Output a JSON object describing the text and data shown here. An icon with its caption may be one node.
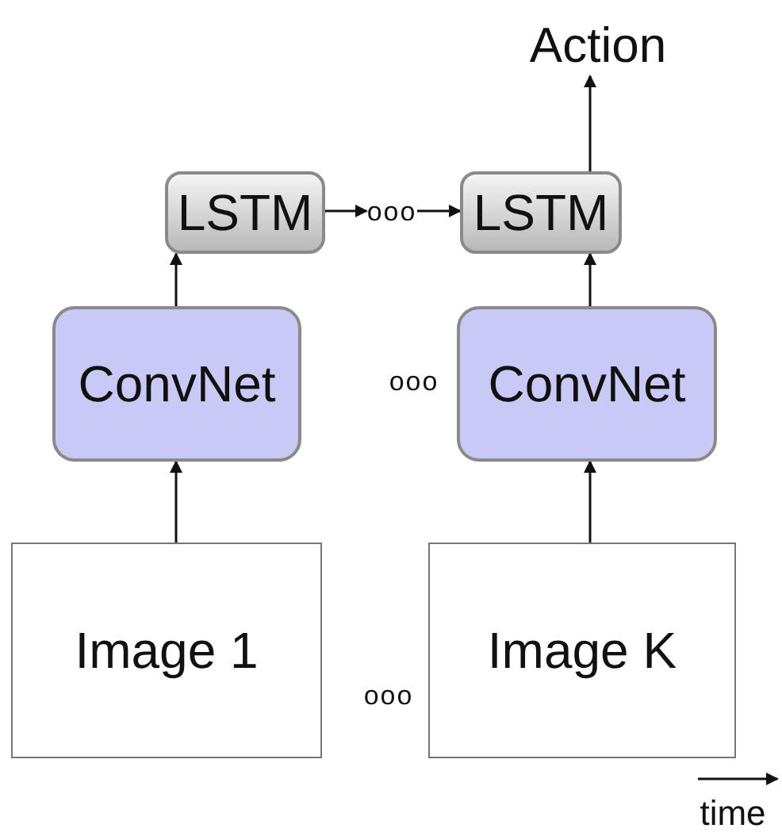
{
  "diagram": {
    "nodes": [
      {
        "text": [
          "Action"
        ]
      },
      {
        "text": [
          "LSTM"
        ]
      },
      {
        "text": [
          "ooo"
        ]
      },
      {
        "text": [
          "LSTM"
        ]
      },
      {
        "text": [
          "ConvNet"
        ]
      },
      {
        "text": [
          "ConvNet"
        ]
      },
      {
        "text": [
          "Image 1"
        ]
      },
      {
        "text": [
          "Image K"
        ]
      }
    ],
    "edges": [
      {
        "from": 6,
        "to": 4,
        "arrow": "to"
      },
      {
        "from": 7,
        "to": 5,
        "arrow": "to"
      },
      {
        "from": 4,
        "to": 1,
        "arrow": "to"
      },
      {
        "from": 5,
        "to": 3,
        "arrow": "to"
      },
      {
        "from": 1,
        "to": 2,
        "arrow": "to"
      },
      {
        "from": 2,
        "to": 3,
        "arrow": "to"
      },
      {
        "from": 3,
        "to": 0,
        "arrow": "to"
      }
    ],
    "labels": [
      "ooo",
      "ooo",
      "time"
    ]
  }
}
